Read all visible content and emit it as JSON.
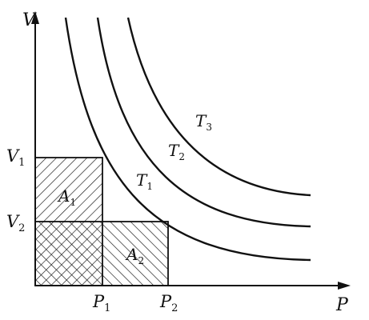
{
  "axes": {
    "x_label": "P",
    "y_label": "V"
  },
  "pressure_ticks": [
    {
      "base": "P",
      "sub": "1"
    },
    {
      "base": "P",
      "sub": "2"
    }
  ],
  "volume_ticks": [
    {
      "base": "V",
      "sub": "1"
    },
    {
      "base": "V",
      "sub": "2"
    }
  ],
  "curves": [
    {
      "base": "T",
      "sub": "1"
    },
    {
      "base": "T",
      "sub": "2"
    },
    {
      "base": "T",
      "sub": "3"
    }
  ],
  "areas": [
    {
      "base": "A",
      "sub": "1"
    },
    {
      "base": "A",
      "sub": "2"
    }
  ]
}
